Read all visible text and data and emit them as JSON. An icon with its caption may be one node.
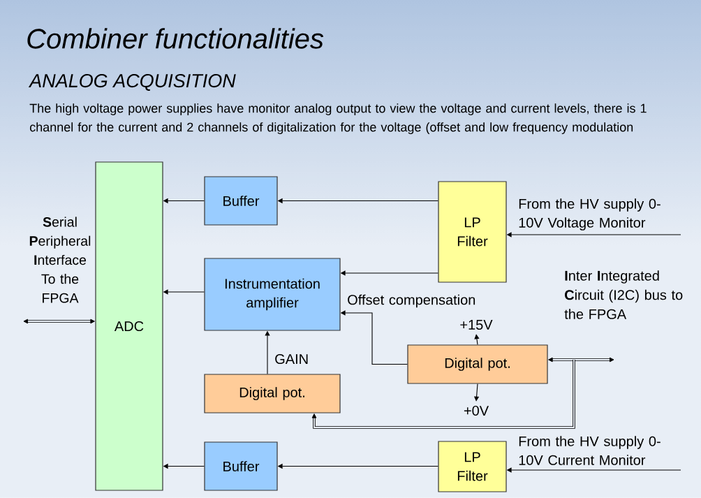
{
  "diagram": {
    "title": "Combiner functionalities",
    "nodes": [
      {
        "text": [
          "ADC"
        ]
      },
      {
        "text": [
          "Buffer"
        ]
      },
      {
        "text": [
          "LP Filter"
        ]
      },
      {
        "text": [
          "Instrumentation amplifier"
        ]
      },
      {
        "text": [
          "Digital pot."
        ]
      },
      {
        "text": [
          "Digital pot."
        ]
      },
      {
        "text": [
          "Buffer"
        ]
      },
      {
        "text": [
          "LP Filter"
        ]
      },
      {
        "text": [
          "+15V"
        ]
      },
      {
        "text": [
          "+0V"
        ]
      }
    ],
    "edges": [
      {
        "from": 1,
        "to": 0,
        "arrow": "to"
      },
      {
        "from": 2,
        "to": 1,
        "arrow": "to"
      },
      {
        "from": 2,
        "to": 3,
        "arrow": "to"
      },
      {
        "from": 3,
        "to": 0,
        "arrow": "to"
      },
      {
        "from": 4,
        "to": 3,
        "arrow": "to",
        "label": "GAIN"
      },
      {
        "from": 5,
        "to": 3,
        "arrow": "to",
        "label": "Offset compensation"
      },
      {
        "from": 5,
        "to": 8,
        "arrow": "to"
      },
      {
        "from": 5,
        "to": 9,
        "arrow": "to"
      },
      {
        "from": null,
        "to": 5,
        "arrow": "both",
        "style": "thick"
      },
      {
        "from": null,
        "to": 4,
        "arrow": "to",
        "style": "thick"
      },
      {
        "from": null,
        "to": 0,
        "arrow": "both",
        "style": "thick"
      },
      {
        "from": 6,
        "to": 0,
        "arrow": "to"
      },
      {
        "from": 7,
        "to": 6,
        "arrow": "to"
      },
      {
        "from": null,
        "to": 2,
        "arrow": "to",
        "label": "From the HV supply 0-10V Voltage Monitor"
      },
      {
        "from": null,
        "to": 7,
        "arrow": "to",
        "label": "From the HV supply 0-10V Current Monitor"
      }
    ],
    "labels": [
      "ANALOG ACQUISITION",
      "The high voltage power supplies have monitor analog output to view the voltage and current levels, there is 1 channel for the current and 2 channels of digitalization for the voltage (offset and low frequency modulation",
      "**S**erial **P**eripheral **I**nterface To the FPGA",
      "**I**nter **I**ntegrated **C**ircuit (I2C) bus to the FPGA"
    ]
  }
}
